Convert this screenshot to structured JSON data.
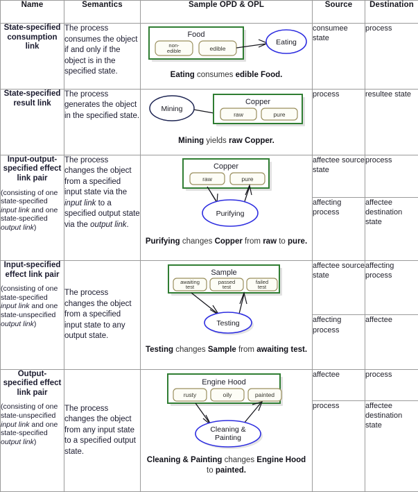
{
  "table": {
    "headers": [
      "Name",
      "Semantics",
      "Sample OPD & OPL",
      "Source",
      "Destination"
    ],
    "rows": [
      {
        "name": "State-specified consumption link",
        "qualifier": "",
        "semantics": "The process consumes the object if and only if the object is in the specified state.",
        "opd": {
          "object": "Food",
          "states": [
            "non-edible",
            "edible"
          ],
          "process": "Eating"
        },
        "opl_parts": [
          {
            "t": "Eating",
            "b": true
          },
          {
            "t": " consumes ",
            "b": false
          },
          {
            "t": "edible Food",
            "b": true
          },
          {
            "t": ".",
            "b": false
          }
        ],
        "sides": [
          {
            "source": "consumee state",
            "destination": "process"
          }
        ]
      },
      {
        "name": "State-specified result link",
        "qualifier": "",
        "semantics": "The process generates the object in the specified state.",
        "opd": {
          "object": "Copper",
          "states": [
            "raw",
            "pure"
          ],
          "process": "Mining"
        },
        "opl_parts": [
          {
            "t": "Mining",
            "b": true
          },
          {
            "t": " yields ",
            "b": false
          },
          {
            "t": "raw Copper",
            "b": true
          },
          {
            "t": ".",
            "b": false
          }
        ],
        "sides": [
          {
            "source": "process",
            "destination": "resultee state"
          }
        ]
      },
      {
        "name": "Input-output-specified effect link pair",
        "qualifier": "(consisting of one state-specified input link and one state-specified output link)",
        "semantics": "The process changes the object from a specified input state via the input link to a specified output state via the output link.",
        "opd": {
          "object": "Copper",
          "states": [
            "raw",
            "pure"
          ],
          "process": "Purifying"
        },
        "opl_parts": [
          {
            "t": "Purifying",
            "b": true
          },
          {
            "t": " changes ",
            "b": false
          },
          {
            "t": "Copper",
            "b": true
          },
          {
            "t": " from ",
            "b": false
          },
          {
            "t": "raw",
            "b": true
          },
          {
            "t": " to ",
            "b": false
          },
          {
            "t": "pure",
            "b": true
          },
          {
            "t": ".",
            "b": false
          }
        ],
        "sides": [
          {
            "source": "affectee source state",
            "destination": "process"
          },
          {
            "source": "affecting process",
            "destination": "affectee destination state"
          }
        ]
      },
      {
        "name": "Input-specified effect link pair",
        "qualifier": "(consisting of one state-specified input link and one state-unspecified output link)",
        "semantics": "The process changes the object from a specified input state to any output state.",
        "opd": {
          "object": "Sample",
          "states": [
            "awaiting test",
            "passed test",
            "failed test"
          ],
          "process": "Testing"
        },
        "opl_parts": [
          {
            "t": "Testing",
            "b": true
          },
          {
            "t": " changes ",
            "b": false
          },
          {
            "t": "Sample",
            "b": true
          },
          {
            "t": " from ",
            "b": false
          },
          {
            "t": "awaiting test",
            "b": true
          },
          {
            "t": ".",
            "b": false
          }
        ],
        "sides": [
          {
            "source": "affectee source state",
            "destination": "affecting process"
          },
          {
            "source": "affecting process",
            "destination": "affectee"
          }
        ]
      },
      {
        "name": "Output-specified effect link pair",
        "qualifier": "(consisting of one state-unspecified input link and one state-specified output link)",
        "semantics": "The process changes the object from any input state to a specified output state.",
        "opd": {
          "object": "Engine Hood",
          "states": [
            "rusty",
            "oily",
            "painted"
          ],
          "process": "Cleaning & Painting"
        },
        "opl_parts": [
          {
            "t": "Cleaning & Painting",
            "b": true
          },
          {
            "t": " changes ",
            "b": false
          },
          {
            "t": "Engine Hood",
            "b": true
          },
          {
            "t": " to ",
            "b": false
          },
          {
            "t": "painted",
            "b": true
          },
          {
            "t": ".",
            "b": false
          }
        ],
        "sides": [
          {
            "source": "affectee",
            "destination": "process"
          },
          {
            "source": "process",
            "destination": "affectee destination state"
          }
        ]
      }
    ]
  },
  "colors": {
    "object_border": "#2f7d32",
    "state_border": "#9a8f5e",
    "process_border": "#2d2de0",
    "process_border_dark": "#1d2452",
    "grid": "#9a9a9a",
    "text": "#1a1a2e"
  }
}
